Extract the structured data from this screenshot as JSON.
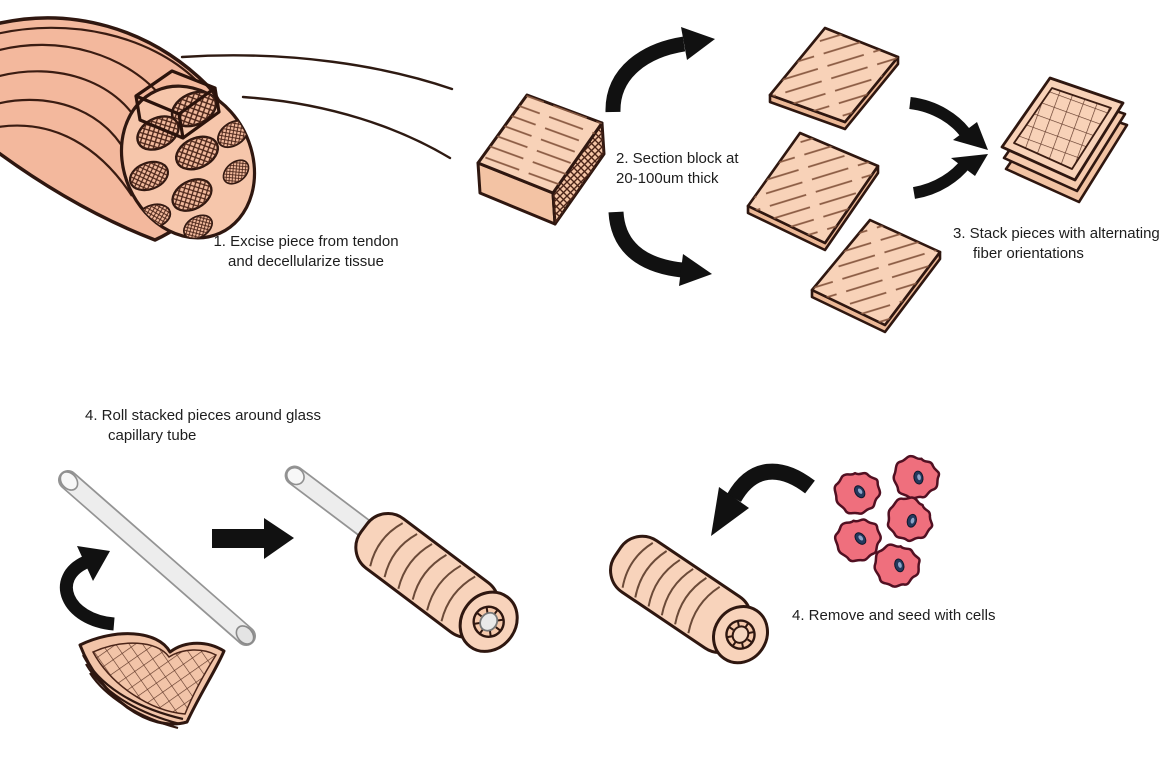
{
  "labels": {
    "step1": {
      "line1": "1. Excise piece from tendon",
      "line2": "and decellularize tissue"
    },
    "step2": {
      "line1": "2. Section block at",
      "line2": "20-100um thick"
    },
    "step3": {
      "line1": "3. Stack pieces with alternating",
      "line2": "fiber orientations"
    },
    "step4_roll": {
      "line1": "4. Roll stacked pieces around glass",
      "line2": "capillary tube"
    },
    "step4_seed": {
      "line1": "4. Remove and seed with cells"
    }
  },
  "colors": {
    "background": "#ffffff",
    "tissue_fill": "#f6c9ab",
    "tissue_fill_light": "#f8d2b8",
    "outline": "#2f1710",
    "fiber_line": "#8a5a42",
    "arrow": "#111111",
    "glass_tube": "#ededed",
    "cell_fill": "#ef6f7d",
    "cell_outline": "#511022",
    "cell_nucleus": "#24395e",
    "text": "#1d1d1d"
  }
}
